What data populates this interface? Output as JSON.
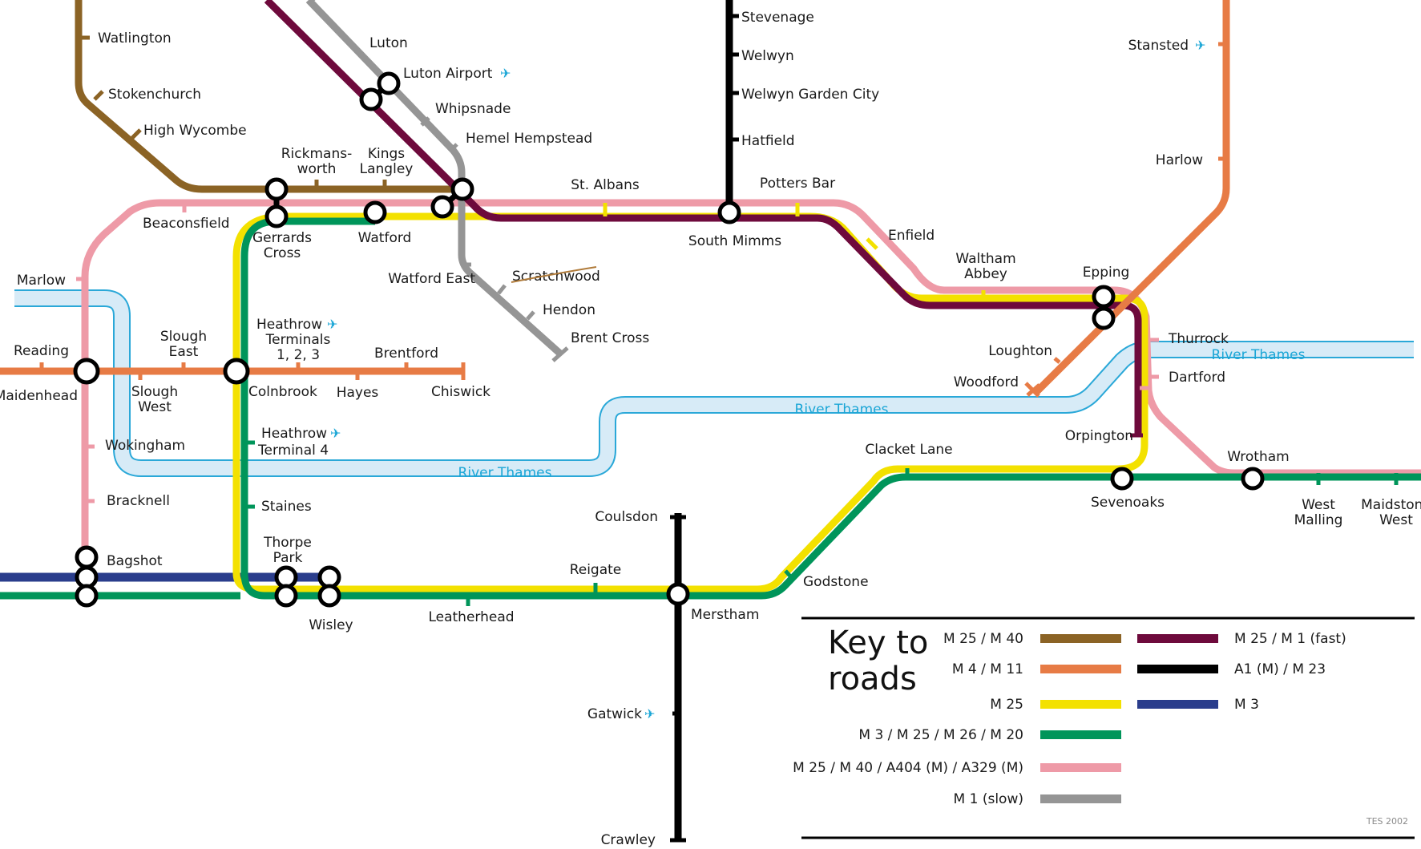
{
  "colors": {
    "m25_m40": "#8b6325",
    "m4_m11": "#e77b45",
    "m25": "#f3e100",
    "m3_m25_m26_m20": "#00955a",
    "m25_m40_a404_a329": "#ee9aa7",
    "m1_slow": "#959595",
    "m25_m1_fast": "#6e0a3c",
    "a1m_m23": "#000000",
    "m3": "#2a3d8c",
    "river_fill": "#d7ebf7",
    "river_edge": "#2aa8d8"
  },
  "icons": {
    "airport": "plane-icon"
  },
  "labels": {
    "watlington": "Watlington",
    "stokenchurch": "Stokenchurch",
    "high_wycombe": "High Wycombe",
    "luton": "Luton",
    "luton_airport": "Luton Airport",
    "whipsnade": "Whipsnade",
    "hemel_hempstead": "Hemel Hempstead",
    "rickmansworth_1": "Rickmans-",
    "rickmansworth_2": "worth",
    "kings_langley_1": "Kings",
    "kings_langley_2": "Langley",
    "stevenage": "Stevenage",
    "welwyn": "Welwyn",
    "welwyn_garden_city": "Welwyn Garden City",
    "hatfield": "Hatfield",
    "st_albans": "St. Albans",
    "potters_bar": "Potters Bar",
    "south_mimms": "South Mimms",
    "stansted": "Stansted",
    "harlow": "Harlow",
    "beaconsfield": "Beaconsfield",
    "gerrards_cross_1": "Gerrards",
    "gerrards_cross_2": "Cross",
    "watford": "Watford",
    "watford_east": "Watford East",
    "scratchwood": "Scratchwood",
    "hendon": "Hendon",
    "brent_cross": "Brent Cross",
    "enfield": "Enfield",
    "waltham_abbey_1": "Waltham",
    "waltham_abbey_2": "Abbey",
    "epping": "Epping",
    "marlow": "Marlow",
    "reading": "Reading",
    "maidenhead": "Maidenhead",
    "slough_east_1": "Slough",
    "slough_east_2": "East",
    "slough_west_1": "Slough",
    "slough_west_2": "West",
    "heathrow_123_1": "Heathrow",
    "heathrow_123_2": "Terminals",
    "heathrow_123_3": "1, 2, 3",
    "brentford": "Brentford",
    "colnbrook": "Colnbrook",
    "hayes": "Hayes",
    "chiswick": "Chiswick",
    "loughton": "Loughton",
    "woodford": "Woodford",
    "thurrock": "Thurrock",
    "dartford": "Dartford",
    "orpington": "Orpington",
    "wokingham": "Wokingham",
    "heathrow_t4_1": "Heathrow",
    "heathrow_t4_2": "Terminal 4",
    "bracknell": "Bracknell",
    "staines": "Staines",
    "clacket_lane": "Clacket Lane",
    "sevenoaks": "Sevenoaks",
    "wrotham": "Wrotham",
    "west_malling_1": "West",
    "west_malling_2": "Malling",
    "maidstone_west_1": "Maidstone",
    "maidstone_west_2": "West",
    "coulsdon": "Coulsdon",
    "thorpe_park_1": "Thorpe",
    "thorpe_park_2": "Park",
    "bagshot": "Bagshot",
    "reigate": "Reigate",
    "godstone": "Godstone",
    "wisley": "Wisley",
    "leatherhead": "Leatherhead",
    "merstham": "Merstham",
    "gatwick": "Gatwick",
    "crawley": "Crawley"
  },
  "rivers": {
    "label_east": "River Thames",
    "label_middle": "River Thames",
    "label_west": "River Thames"
  },
  "key": {
    "title_1": "Key to",
    "title_2": "roads",
    "left": [
      {
        "label": "M 25 / M 40",
        "color": "#8b6325"
      },
      {
        "label": "M 4 / M 11",
        "color": "#e77b45"
      },
      {
        "label": "M 25",
        "color": "#f3e100"
      },
      {
        "label": "M 3 / M 25 / M 26 / M 20",
        "color": "#00955a"
      },
      {
        "label": "M 25 / M 40 / A404 (M) / A329 (M)",
        "color": "#ee9aa7"
      },
      {
        "label": "M 1 (slow)",
        "color": "#959595"
      }
    ],
    "right": [
      {
        "label": "M 25 / M 1 (fast)",
        "color": "#6e0a3c"
      },
      {
        "label": "A1 (M) / M 23",
        "color": "#000000"
      },
      {
        "label": "M 3",
        "color": "#2a3d8c"
      }
    ],
    "credit": "TES 2002"
  }
}
